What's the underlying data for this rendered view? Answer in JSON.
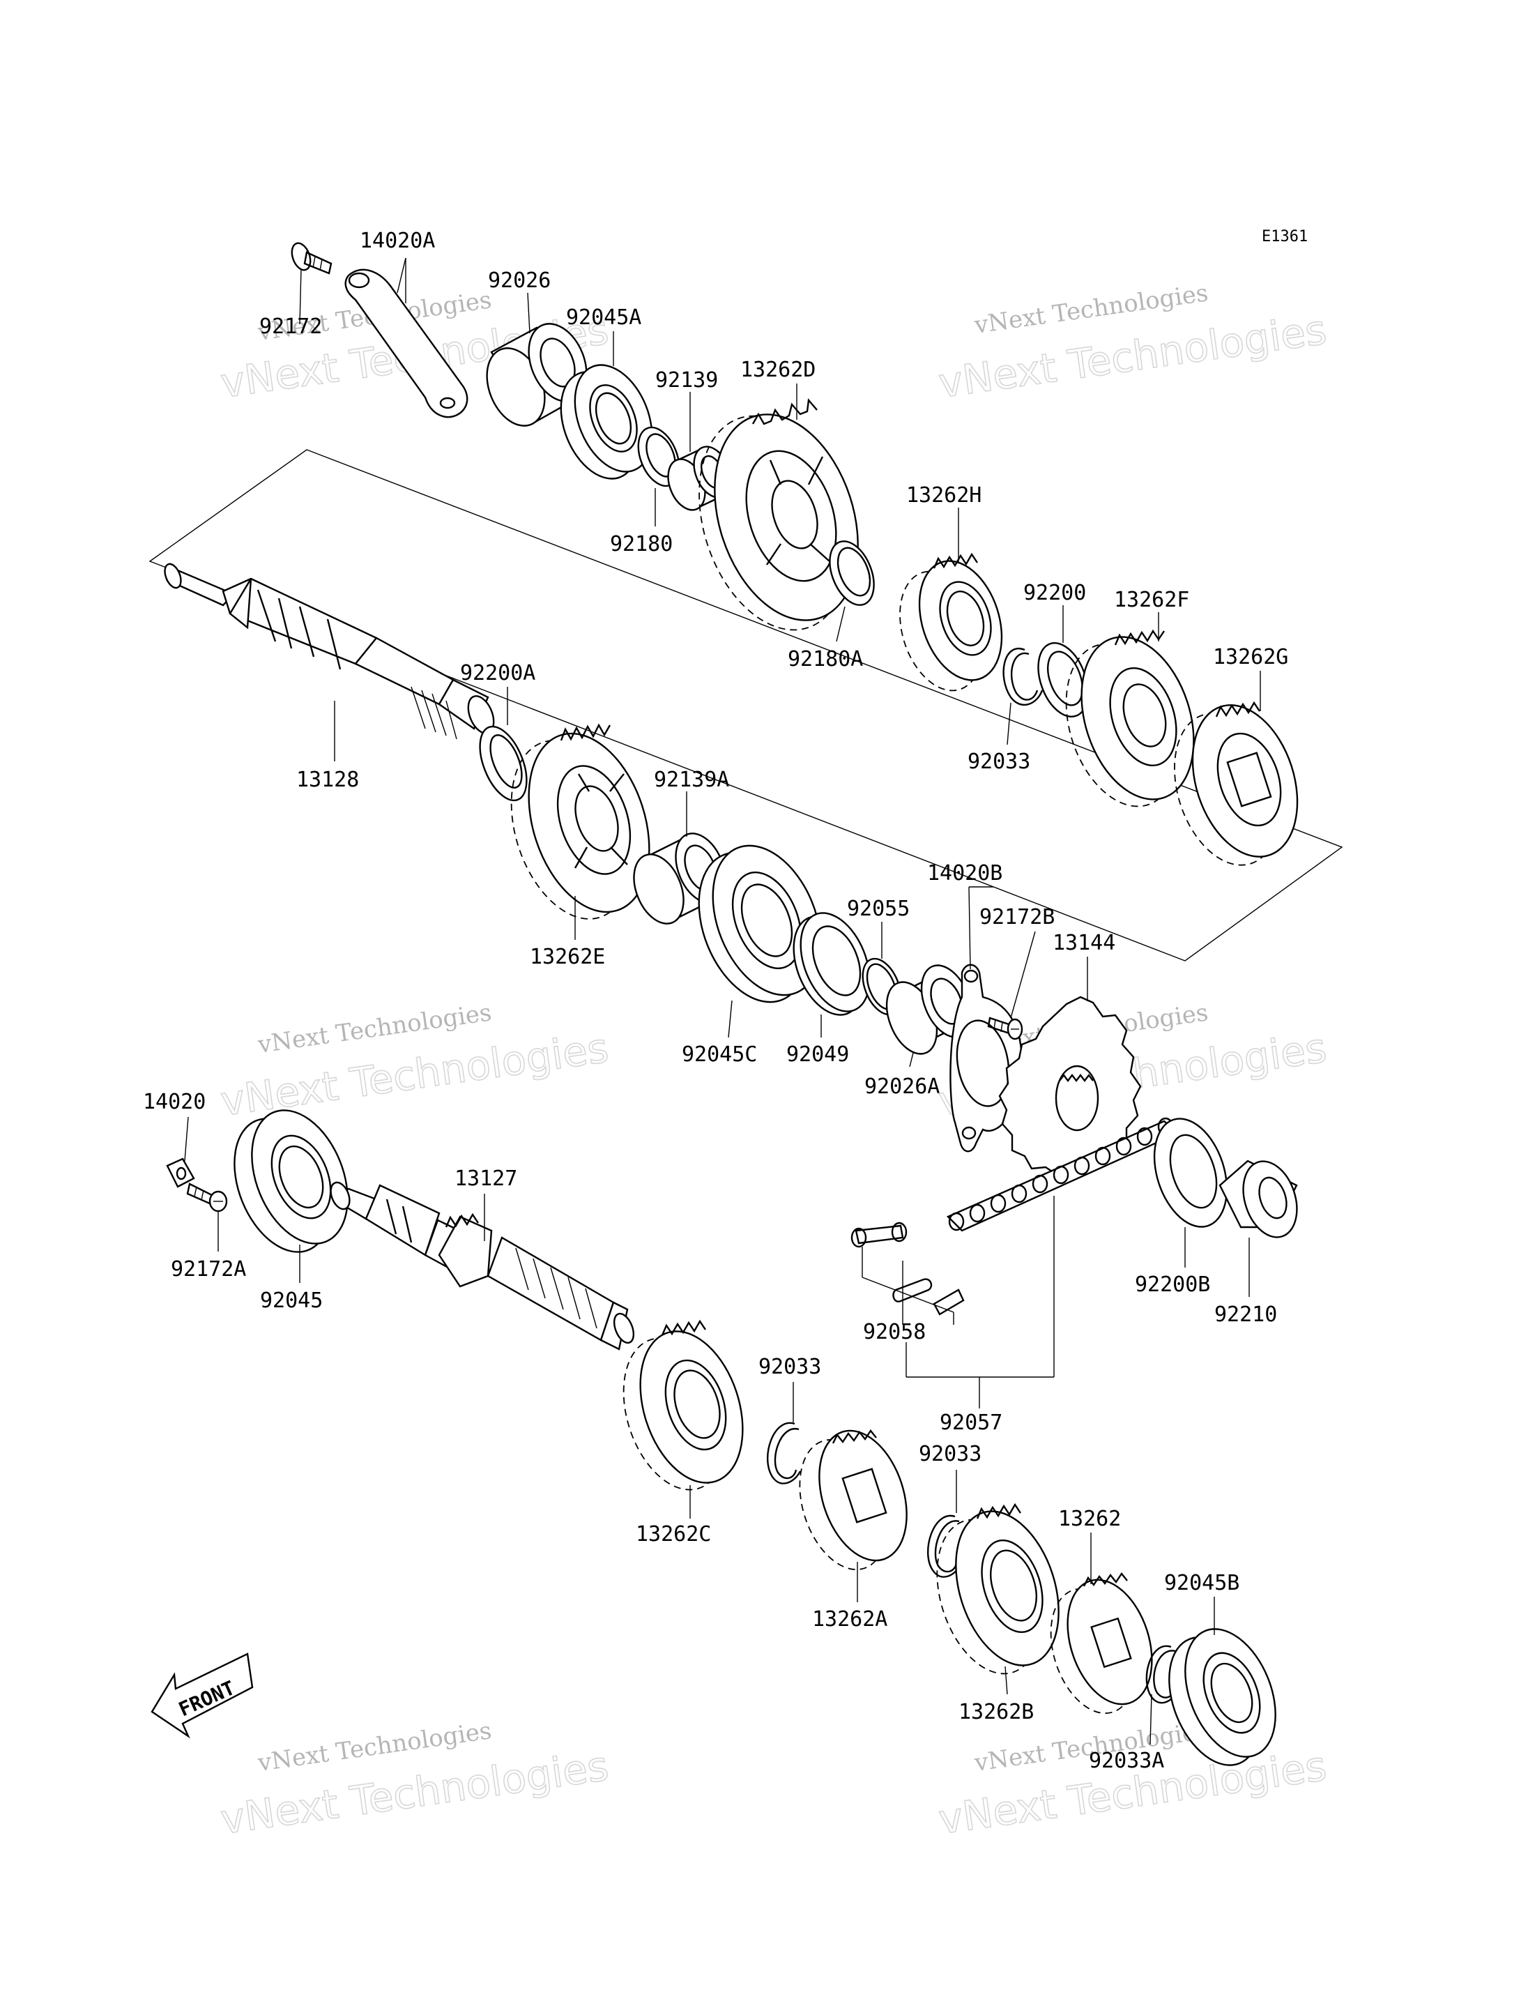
{
  "diagram": {
    "code": "E1361",
    "front_label": "FRONT",
    "watermark_name": "vNext Technologies",
    "watermark_logo": "vNext Technologies"
  },
  "parts": {
    "p14020A": "14020A",
    "p92172": "92172",
    "p92026": "92026",
    "p92045A": "92045A",
    "p92139": "92139",
    "p13262D": "13262D",
    "p92180": "92180",
    "p92180A": "92180A",
    "p13262H": "13262H",
    "p92200": "92200",
    "p13262F": "13262F",
    "p13262G": "13262G",
    "p92033_top": "92033",
    "p92200A": "92200A",
    "p13128": "13128",
    "p92139A": "92139A",
    "p13262E": "13262E",
    "p14020B": "14020B",
    "p92055": "92055",
    "p92172B": "92172B",
    "p13144": "13144",
    "p92045C": "92045C",
    "p92049": "92049",
    "p92026A": "92026A",
    "p14020": "14020",
    "p13127": "13127",
    "p92172A": "92172A",
    "p92045": "92045",
    "p92200B": "92200B",
    "p92210": "92210",
    "p92058": "92058",
    "p92057": "92057",
    "p92033_mid": "92033",
    "p13262C": "13262C",
    "p92033_low": "92033",
    "p13262A": "13262A",
    "p13262": "13262",
    "p92045B": "92045B",
    "p13262B": "13262B",
    "p92033A": "92033A"
  }
}
